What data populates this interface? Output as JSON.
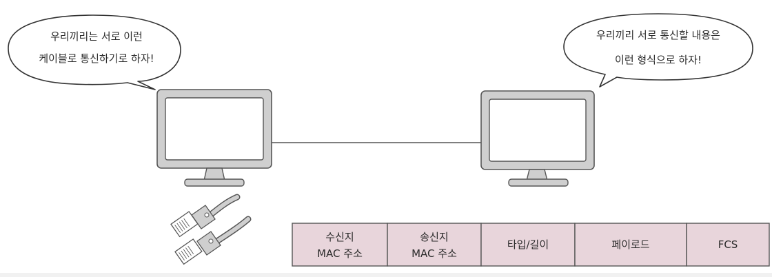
{
  "left_bubble": {
    "line1": "우리끼리는 서로 이런",
    "line2": "케이블로 통신하기로 하자!"
  },
  "right_bubble": {
    "line1": "우리끼리 서로 통신할 내용은",
    "line2": "이런 형식으로 하자!"
  },
  "frame": [
    {
      "line1": "수신지",
      "line2": "MAC 주소"
    },
    {
      "line1": "송신지",
      "line2": "MAC 주소"
    },
    {
      "line1": "타입/길이",
      "line2": ""
    },
    {
      "line1": "페이로드",
      "line2": ""
    },
    {
      "line1": "FCS",
      "line2": ""
    }
  ],
  "colors": {
    "frame_fill": "#e8d5db",
    "stroke": "#555555",
    "monitor_gray": "#cfcfcf",
    "screen": "#ffffff"
  }
}
